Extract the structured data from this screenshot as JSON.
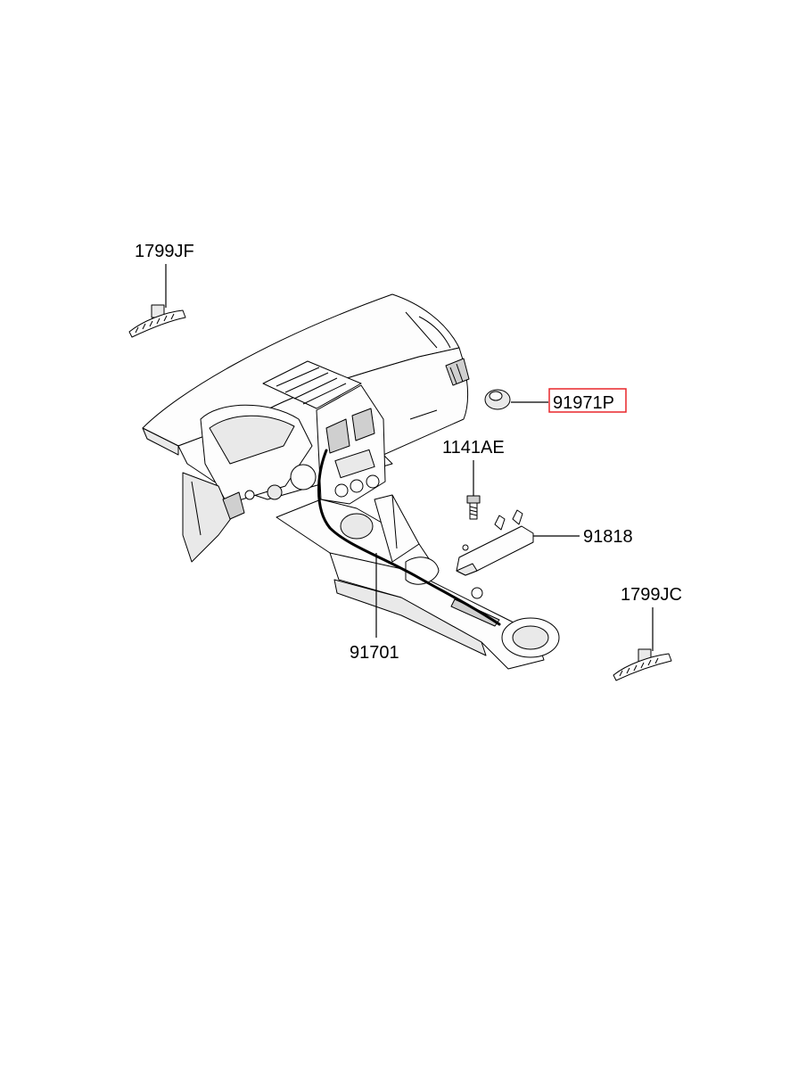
{
  "diagram": {
    "parts": [
      {
        "id": "p1799jf",
        "label": "1799JF"
      },
      {
        "id": "p91971p",
        "label": "91971P",
        "highlighted": true,
        "highlight_color": "#e8262a"
      },
      {
        "id": "p1141ae",
        "label": "1141AE"
      },
      {
        "id": "p91818",
        "label": "91818"
      },
      {
        "id": "p1799jc",
        "label": "1799JC"
      },
      {
        "id": "p91701",
        "label": "91701"
      }
    ]
  }
}
